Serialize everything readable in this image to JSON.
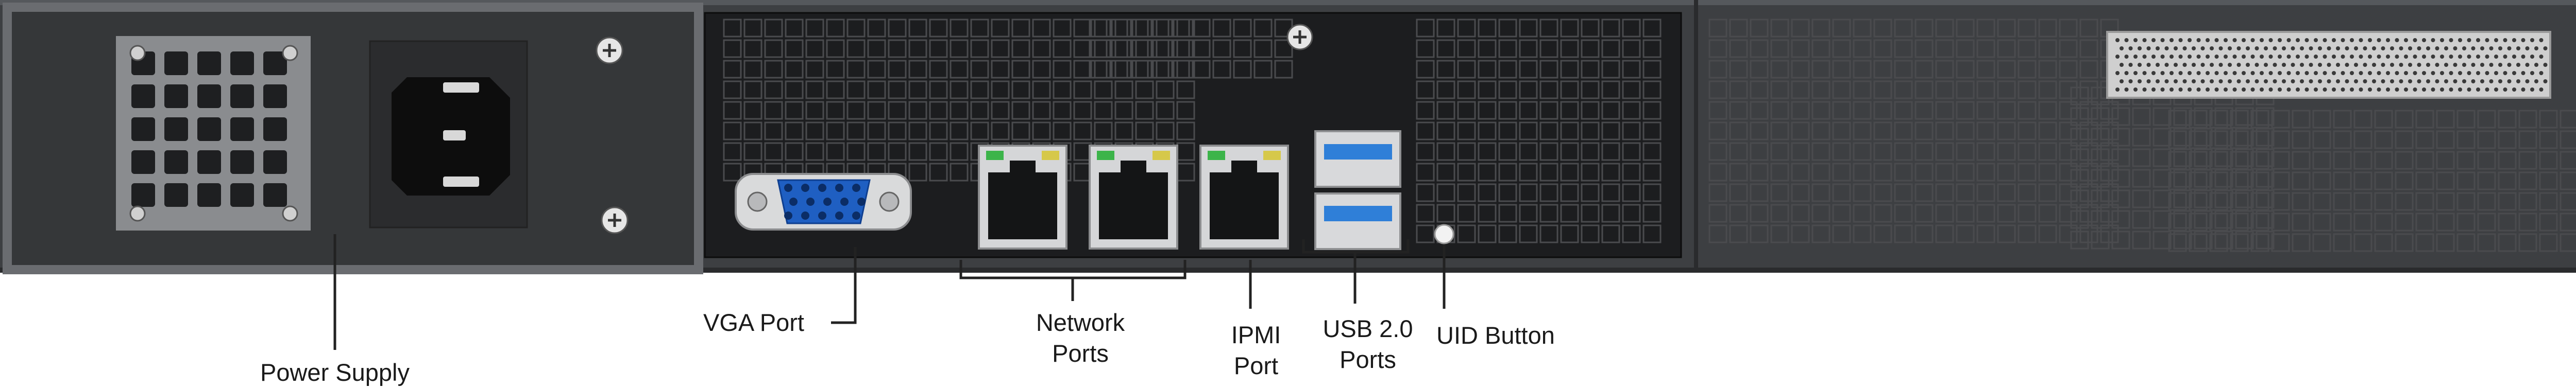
{
  "diagram": {
    "title": "",
    "labels": {
      "power_supply": "Power Supply",
      "vga_port": "VGA Port",
      "network_ports_line1": "Network",
      "network_ports_line2": "Ports",
      "ipmi_port_line1": "IPMI",
      "ipmi_port_line2": "Port",
      "usb_ports_line1": "USB 2.0",
      "usb_ports_line2": "Ports",
      "uid_button": "UID Button"
    },
    "colors": {
      "chassis": "#3d3f42",
      "chassis_edge": "#56595d",
      "io_panel": "#1c1d1f",
      "psu_frame": "#8a8c8f",
      "vga_blue": "#1f5fc2",
      "usb_blue": "#2f7fd8",
      "link_led_green": "#3cb44a",
      "activity_led_yellow": "#d6c84a",
      "leader_line": "#222222"
    }
  }
}
